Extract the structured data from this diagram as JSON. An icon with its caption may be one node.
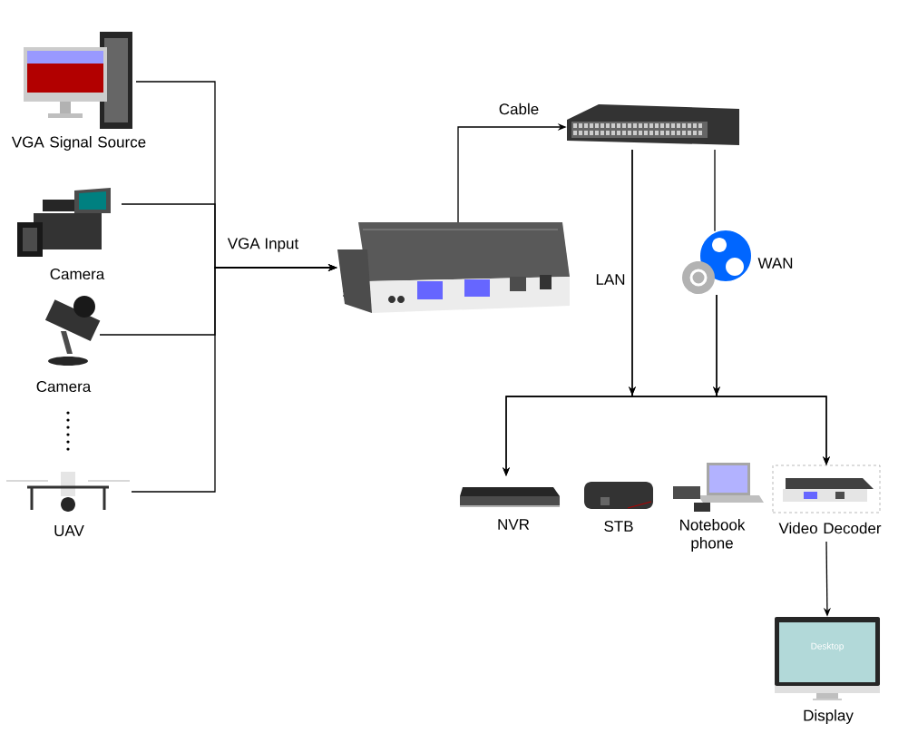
{
  "diagram": {
    "nodes": [
      {
        "text": [],
        "shape": "picture",
        "beside": [
          "VGA Signal Source"
        ]
      },
      {
        "text": [],
        "shape": "picture",
        "beside": [
          "Camera"
        ]
      },
      {
        "text": [],
        "shape": "picture",
        "beside": [
          "Camera"
        ]
      },
      {
        "text": [],
        "shape": "picture",
        "beside": [
          "UAV"
        ]
      },
      {
        "text": [],
        "shape": "picture"
      },
      {
        "text": [],
        "shape": "picture"
      },
      {
        "text": [],
        "shape": "picture",
        "beside": [
          "WAN"
        ]
      },
      {
        "text": [],
        "shape": "picture",
        "beside": [
          "NVR"
        ]
      },
      {
        "text": [],
        "shape": "picture",
        "beside": [
          "STB"
        ]
      },
      {
        "text": [],
        "shape": "picture",
        "beside": [
          "Notebook phone"
        ]
      },
      {
        "text": [],
        "shape": "picture",
        "beside": [
          "Video Decoder"
        ]
      },
      {
        "text": [],
        "shape": "picture",
        "beside": [
          "Display"
        ]
      }
    ],
    "edges": [
      {
        "from": 0,
        "to": 4,
        "arrow": "to",
        "label": "VGA Input"
      },
      {
        "from": 1,
        "to": 4,
        "arrow": "to"
      },
      {
        "from": 2,
        "to": 4,
        "arrow": "to"
      },
      {
        "from": 3,
        "to": 4,
        "arrow": "to"
      },
      {
        "from": 4,
        "to": 5,
        "arrow": "to",
        "label": "Cable"
      },
      {
        "from": 5,
        "to": 7,
        "arrow": "to",
        "label": "LAN"
      },
      {
        "from": 5,
        "to": 10,
        "arrow": "to"
      },
      {
        "from": 5,
        "to": 6,
        "arrow": "none"
      },
      {
        "from": 6,
        "to": 7,
        "arrow": "to"
      },
      {
        "from": 6,
        "to": 10,
        "arrow": "to"
      },
      {
        "from": 10,
        "to": 11,
        "arrow": "to"
      }
    ],
    "labels": [
      "Desktop"
    ]
  }
}
